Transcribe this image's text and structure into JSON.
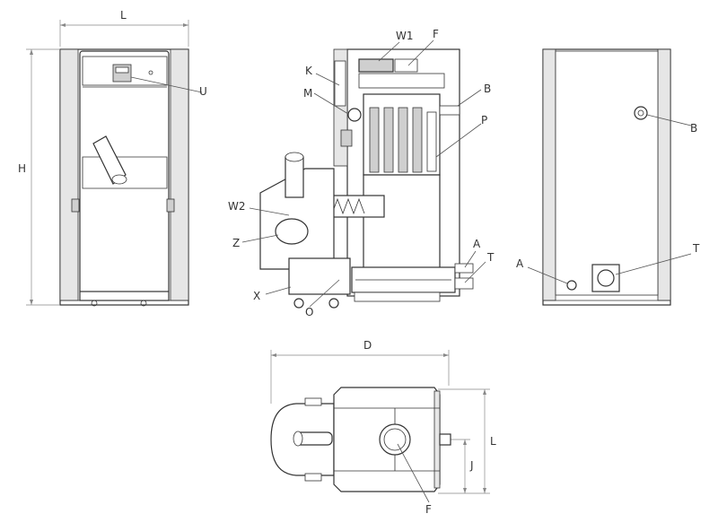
{
  "labels": {
    "front_width": "L",
    "front_height": "H",
    "front_controller": "U",
    "side_w1": "W1",
    "side_f": "F",
    "side_k": "K",
    "side_m": "M",
    "side_b": "B",
    "side_p": "P",
    "side_w2": "W2",
    "side_z": "Z",
    "side_a": "A",
    "side_t": "T",
    "side_x": "X",
    "side_o": "O",
    "rear_b": "B",
    "rear_a": "A",
    "rear_t": "T",
    "top_depth": "D",
    "top_width": "L",
    "top_j": "J",
    "top_f": "F"
  },
  "colors": {
    "line": "#333333",
    "dimension": "#888888",
    "panel_fill": "#e6e6e6"
  }
}
